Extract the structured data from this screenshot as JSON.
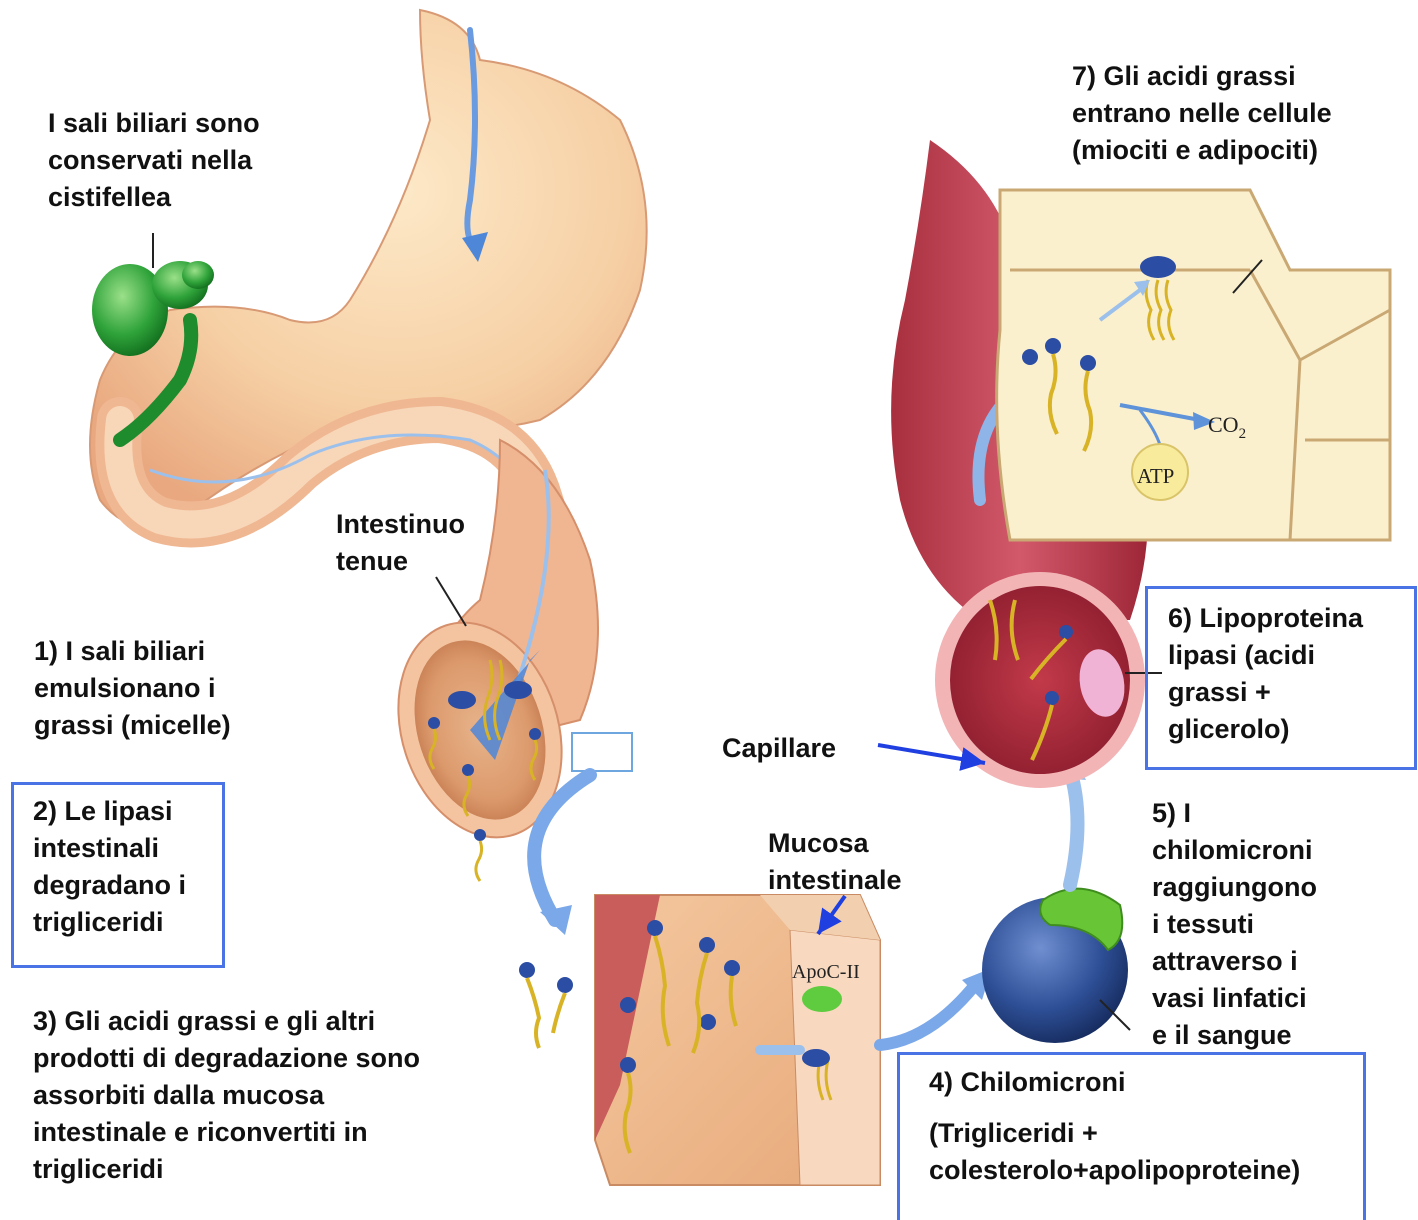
{
  "labels": {
    "gallbladder": [
      "I sali biliari sono",
      "conservati nella",
      "cistifellea"
    ],
    "step7": [
      "7) Gli acidi grassi",
      "entrano nelle cellule",
      "(miociti e adipociti)"
    ],
    "small_intestine": [
      "Intestinuo",
      "tenue"
    ],
    "step1": [
      "1) I sali biliari",
      "emulsionano i",
      "grassi (micelle)"
    ],
    "step2": [
      "2) Le lipasi",
      "intestinali",
      "degradano i",
      "trigliceridi"
    ],
    "step3": [
      "3) Gli acidi grassi e gli altri",
      "prodotti di degradazione sono",
      "assorbiti dalla mucosa",
      "intestinale  e riconvertiti in",
      "trigliceridi"
    ],
    "capillary": "Capillare",
    "mucosa": [
      "Mucosa",
      "intestinale"
    ],
    "step6": [
      "6) Lipoproteina",
      "lipasi (acidi",
      "grassi +",
      "glicerolo)"
    ],
    "step5": [
      "5) I",
      "chilomicroni",
      "raggiungono",
      "i tessuti",
      "attraverso i",
      "vasi linfatici",
      "e il sangue"
    ],
    "step4_title": "4) Chilomicroni",
    "step4_detail": [
      " (Trigliceridi +",
      "colesterolo+apolipoproteine)"
    ]
  },
  "figure_text": {
    "apoc": "ApoC-II",
    "co2": "CO",
    "co2_sub": "2",
    "atp": "ATP"
  },
  "colors": {
    "box_border": "#4a74e6",
    "arrow_blue": "#1f3fe0",
    "gallbladder": "#2fa33a",
    "stomach": "#f6cfa4",
    "capillary": "#c8434f",
    "chylomicron": "#2e4f96",
    "lipase_enzyme": "#f0b3d6",
    "cell_fill": "#fbf0cd"
  }
}
